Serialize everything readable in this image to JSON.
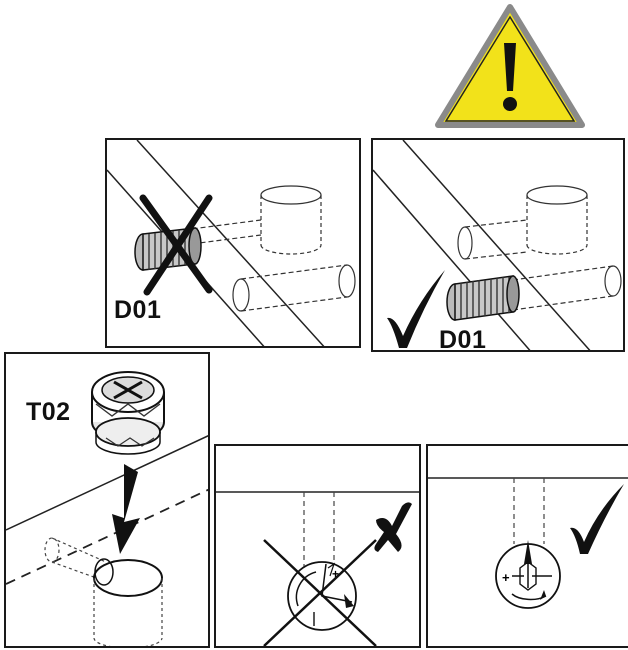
{
  "warning": {
    "symbol": "!",
    "fill": "#f2e21a",
    "border": "#7a7a7a"
  },
  "panels": {
    "top_left": {
      "code": "D01",
      "status": "incorrect"
    },
    "top_right": {
      "code": "D01",
      "status": "correct"
    },
    "left_tall": {
      "code": "T02"
    },
    "bottom_middle": {
      "status": "incorrect"
    },
    "bottom_right": {
      "status": "correct"
    }
  },
  "marks": {
    "correct": "✓",
    "incorrect": "✗"
  }
}
